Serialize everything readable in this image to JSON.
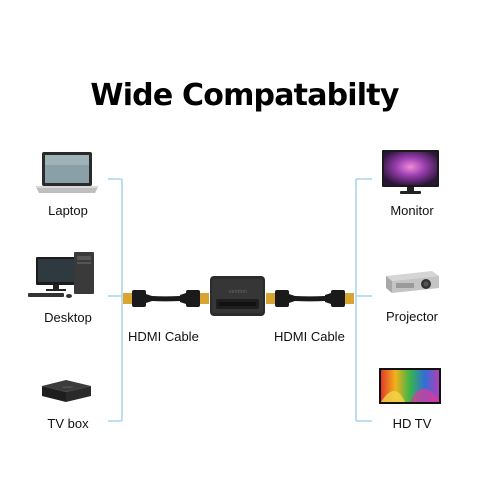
{
  "title": "Wide Compatabilty",
  "sources": [
    {
      "label": "Laptop",
      "icon": "laptop-icon"
    },
    {
      "label": "Desktop",
      "icon": "desktop-icon"
    },
    {
      "label": "TV box",
      "icon": "tv-box-icon"
    }
  ],
  "displays": [
    {
      "label": "Monitor",
      "icon": "monitor-icon"
    },
    {
      "label": "Projector",
      "icon": "projector-icon"
    },
    {
      "label": "HD TV",
      "icon": "hdtv-icon"
    }
  ],
  "cables": {
    "left_label": "HDMI Cable",
    "right_label": "HDMI Cable"
  },
  "connector_brand": "vention",
  "colors": {
    "bracket": "#a9d4ea",
    "cable": "#1a1a1a",
    "plug_gold": "#d9a531",
    "coupler": "#2b2b2b"
  }
}
